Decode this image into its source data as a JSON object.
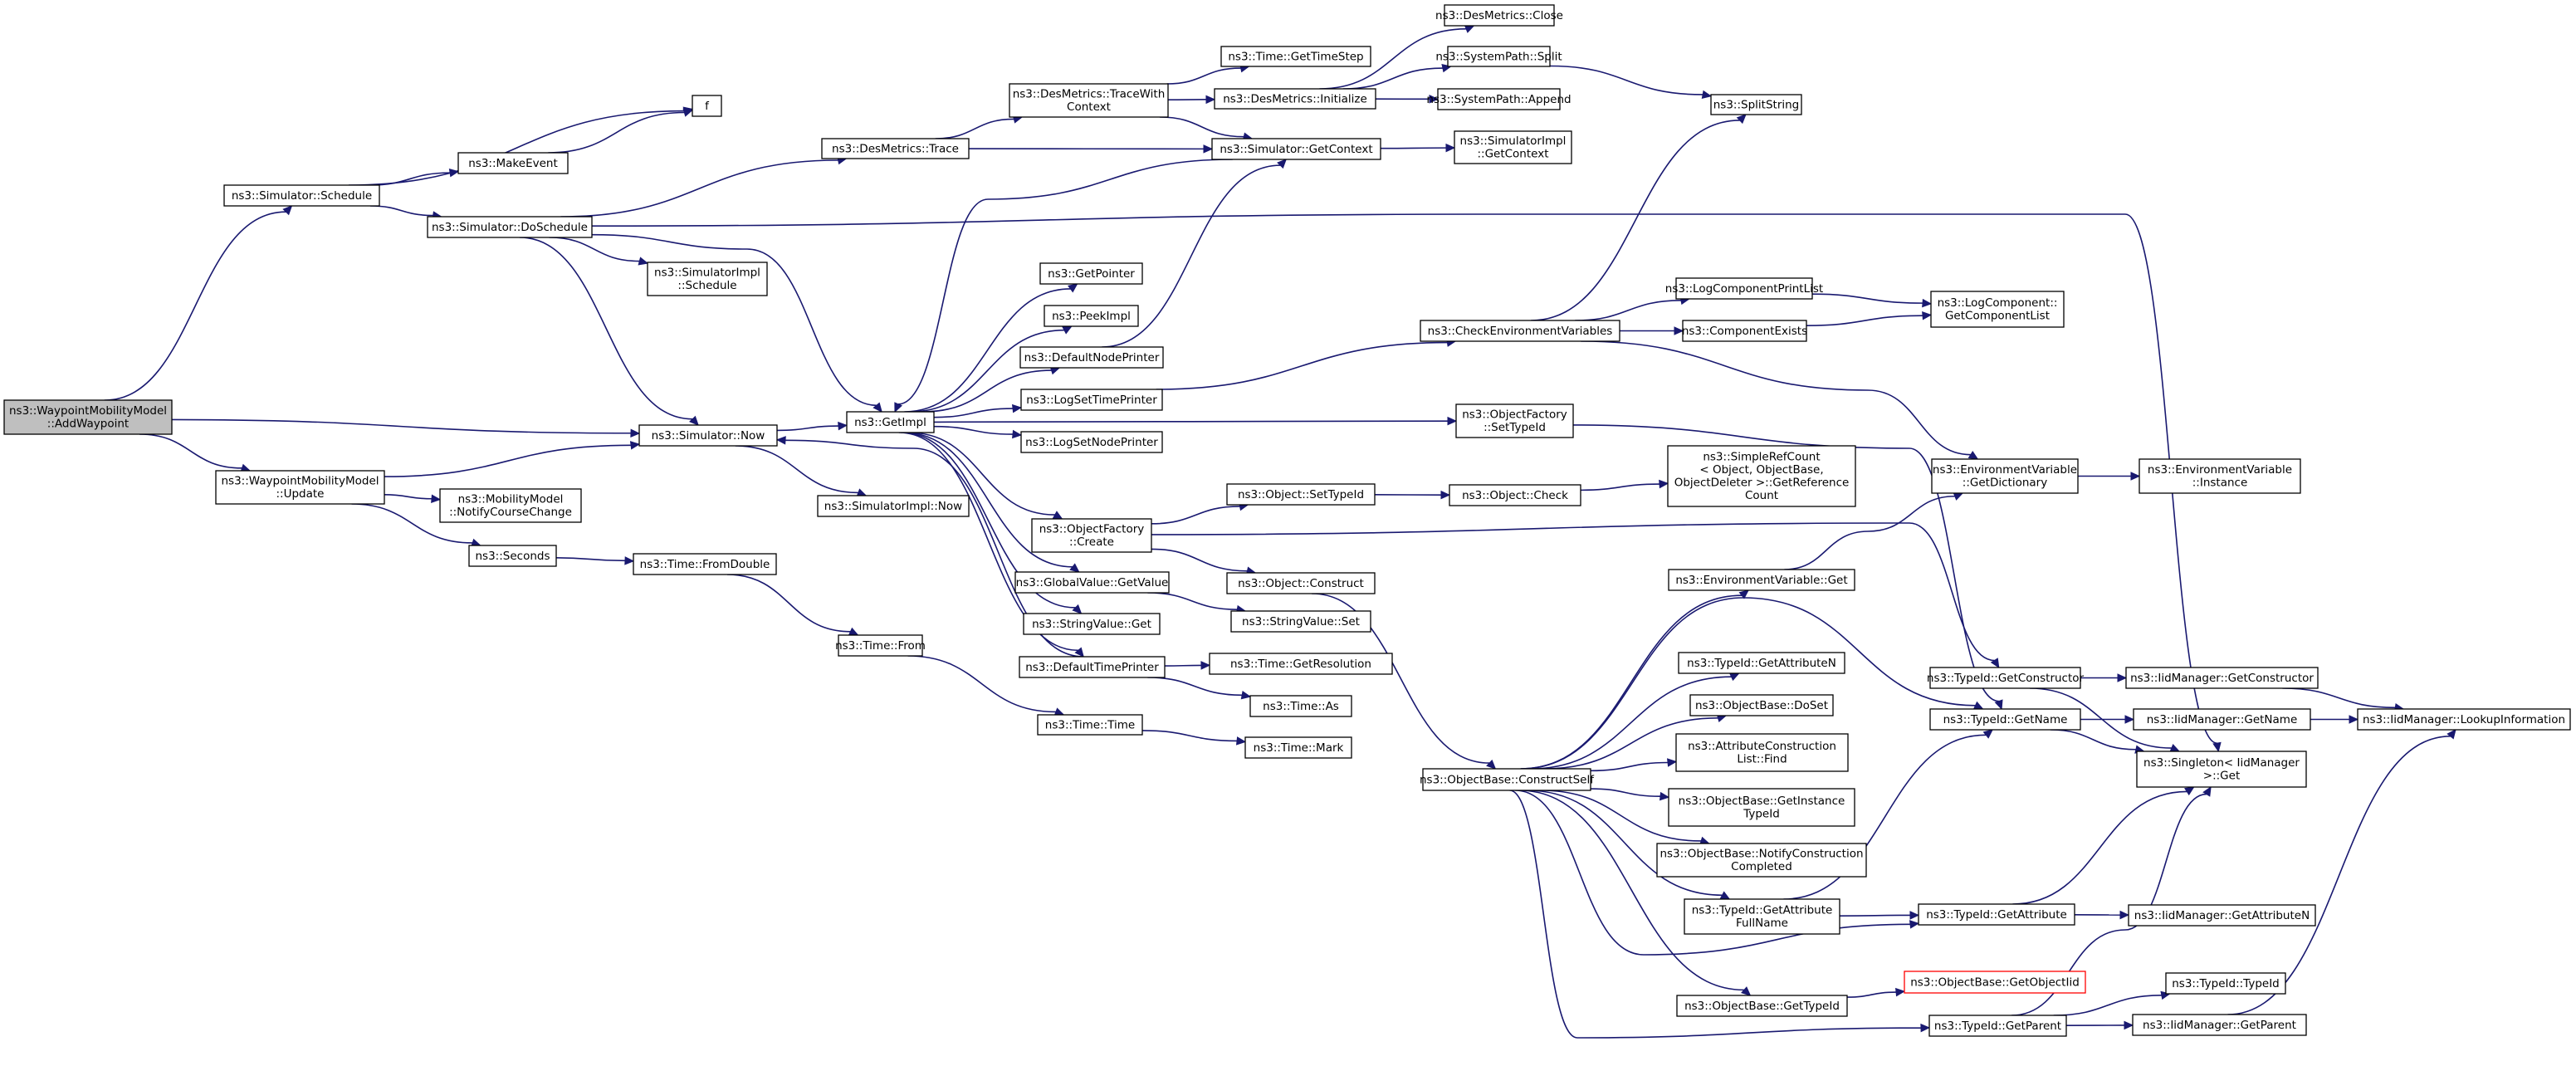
{
  "graph": {
    "edge_color": "#191970",
    "root_fill": "#bfbfbf",
    "missing_node_border": "#ff0000",
    "nodes": [
      {
        "id": "addwaypoint",
        "lines": [
          "ns3::WaypointMobilityModel",
          "::AddWaypoint"
        ],
        "root": true
      },
      {
        "id": "schedule",
        "lines": [
          "ns3::Simulator::Schedule"
        ]
      },
      {
        "id": "f",
        "lines": [
          "f"
        ]
      },
      {
        "id": "makeevent",
        "lines": [
          "ns3::MakeEvent"
        ]
      },
      {
        "id": "doschedule",
        "lines": [
          "ns3::Simulator::DoSchedule"
        ]
      },
      {
        "id": "destrace",
        "lines": [
          "ns3::DesMetrics::Trace"
        ]
      },
      {
        "id": "simimplschedule",
        "lines": [
          "ns3::SimulatorImpl",
          "::Schedule"
        ]
      },
      {
        "id": "simnow",
        "lines": [
          "ns3::Simulator::Now"
        ]
      },
      {
        "id": "getimpl",
        "lines": [
          "ns3::GetImpl"
        ]
      },
      {
        "id": "simimplnow",
        "lines": [
          "ns3::SimulatorImpl::Now"
        ]
      },
      {
        "id": "update",
        "lines": [
          "ns3::WaypointMobilityModel",
          "::Update"
        ]
      },
      {
        "id": "notifycourse",
        "lines": [
          "ns3::MobilityModel",
          "::NotifyCourseChange"
        ]
      },
      {
        "id": "seconds",
        "lines": [
          "ns3::Seconds"
        ]
      },
      {
        "id": "fromdouble",
        "lines": [
          "ns3::Time::FromDouble"
        ]
      },
      {
        "id": "timefrom",
        "lines": [
          "ns3::Time::From"
        ]
      },
      {
        "id": "timetime",
        "lines": [
          "ns3::Time::Time"
        ]
      },
      {
        "id": "timemark",
        "lines": [
          "ns3::Time::Mark"
        ]
      },
      {
        "id": "tracewithcontext",
        "lines": [
          "ns3::DesMetrics::TraceWith",
          "Context"
        ]
      },
      {
        "id": "gettimestep",
        "lines": [
          "ns3::Time::GetTimeStep"
        ]
      },
      {
        "id": "desinit",
        "lines": [
          "ns3::DesMetrics::Initialize"
        ]
      },
      {
        "id": "desclose",
        "lines": [
          "ns3::DesMetrics::Close"
        ]
      },
      {
        "id": "syssplit",
        "lines": [
          "ns3::SystemPath::Split"
        ]
      },
      {
        "id": "sysappend",
        "lines": [
          "ns3::SystemPath::Append"
        ]
      },
      {
        "id": "splitstring",
        "lines": [
          "ns3::SplitString"
        ]
      },
      {
        "id": "simgetcontext",
        "lines": [
          "ns3::Simulator::GetContext"
        ]
      },
      {
        "id": "simimplgetcontext",
        "lines": [
          "ns3::SimulatorImpl",
          "::GetContext"
        ]
      },
      {
        "id": "getpointer",
        "lines": [
          "ns3::GetPointer"
        ]
      },
      {
        "id": "peekimpl",
        "lines": [
          "ns3::PeekImpl"
        ]
      },
      {
        "id": "defaultnodeprinter",
        "lines": [
          "ns3::DefaultNodePrinter"
        ]
      },
      {
        "id": "logsettimeprinter",
        "lines": [
          "ns3::LogSetTimePrinter"
        ]
      },
      {
        "id": "logsetnodeprinter",
        "lines": [
          "ns3::LogSetNodePrinter"
        ]
      },
      {
        "id": "checkenv",
        "lines": [
          "ns3::CheckEnvironmentVariables"
        ]
      },
      {
        "id": "logcompprintlist",
        "lines": [
          "ns3::LogComponentPrintList"
        ]
      },
      {
        "id": "compexists",
        "lines": [
          "ns3::ComponentExists"
        ]
      },
      {
        "id": "logcompgetlist",
        "lines": [
          "ns3::LogComponent::",
          "GetComponentList"
        ]
      },
      {
        "id": "objfactsettypeid",
        "lines": [
          "ns3::ObjectFactory",
          "::SetTypeId"
        ]
      },
      {
        "id": "objfactcreate",
        "lines": [
          "ns3::ObjectFactory",
          "::Create"
        ]
      },
      {
        "id": "objsettypeid",
        "lines": [
          "ns3::Object::SetTypeId"
        ]
      },
      {
        "id": "objcheck",
        "lines": [
          "ns3::Object::Check"
        ]
      },
      {
        "id": "simplerefcount",
        "lines": [
          "ns3::SimpleRefCount",
          "< Object, ObjectBase,",
          "ObjectDeleter >::GetReference",
          "Count"
        ]
      },
      {
        "id": "envgetdict",
        "lines": [
          "ns3::EnvironmentVariable",
          "::GetDictionary"
        ]
      },
      {
        "id": "envinstance",
        "lines": [
          "ns3::EnvironmentVariable",
          "::Instance"
        ]
      },
      {
        "id": "objconstruct",
        "lines": [
          "ns3::Object::Construct"
        ]
      },
      {
        "id": "globalvalueget",
        "lines": [
          "ns3::GlobalValue::GetValue"
        ]
      },
      {
        "id": "stringvalueset",
        "lines": [
          "ns3::StringValue::Set"
        ]
      },
      {
        "id": "stringvalueget",
        "lines": [
          "ns3::StringValue::Get"
        ]
      },
      {
        "id": "defaulttimeprinter",
        "lines": [
          "ns3::DefaultTimePrinter"
        ]
      },
      {
        "id": "getresolution",
        "lines": [
          "ns3::Time::GetResolution"
        ]
      },
      {
        "id": "timeas",
        "lines": [
          "ns3::Time::As"
        ]
      },
      {
        "id": "envget",
        "lines": [
          "ns3::EnvironmentVariable::Get"
        ]
      },
      {
        "id": "typeidgetattrn",
        "lines": [
          "ns3::TypeId::GetAttributeN"
        ]
      },
      {
        "id": "objbasedoset",
        "lines": [
          "ns3::ObjectBase::DoSet"
        ]
      },
      {
        "id": "attrconstrfind",
        "lines": [
          "ns3::AttributeConstruction",
          "List::Find"
        ]
      },
      {
        "id": "objbasegetinsttid",
        "lines": [
          "ns3::ObjectBase::GetInstance",
          "TypeId"
        ]
      },
      {
        "id": "objbasenotify",
        "lines": [
          "ns3::ObjectBase::NotifyConstruction",
          "Completed"
        ]
      },
      {
        "id": "typeidgetattrfull",
        "lines": [
          "ns3::TypeId::GetAttribute",
          "FullName"
        ]
      },
      {
        "id": "objbasegettypeid",
        "lines": [
          "ns3::ObjectBase::GetTypeId"
        ]
      },
      {
        "id": "objbasegetobjectiid",
        "lines": [
          "ns3::ObjectBase::GetObjectIid"
        ],
        "red": true
      },
      {
        "id": "constructself",
        "lines": [
          "ns3::ObjectBase::ConstructSelf"
        ]
      },
      {
        "id": "typeidgetctor",
        "lines": [
          "ns3::TypeId::GetConstructor"
        ]
      },
      {
        "id": "typeidgetname",
        "lines": [
          "ns3::TypeId::GetName"
        ]
      },
      {
        "id": "typeidgetattr",
        "lines": [
          "ns3::TypeId::GetAttribute"
        ]
      },
      {
        "id": "typeidgetparent",
        "lines": [
          "ns3::TypeId::GetParent"
        ]
      },
      {
        "id": "typeidtypeid",
        "lines": [
          "ns3::TypeId::TypeId"
        ]
      },
      {
        "id": "singletonget",
        "lines": [
          "ns3::Singleton< IidManager",
          ">::Get"
        ]
      },
      {
        "id": "iidgetctor",
        "lines": [
          "ns3::IidManager::GetConstructor"
        ]
      },
      {
        "id": "iidgetname",
        "lines": [
          "ns3::IidManager::GetName"
        ]
      },
      {
        "id": "iidgetattrn",
        "lines": [
          "ns3::IidManager::GetAttributeN"
        ]
      },
      {
        "id": "iidgetparent",
        "lines": [
          "ns3::IidManager::GetParent"
        ]
      },
      {
        "id": "iidlookup",
        "lines": [
          "ns3::IidManager::LookupInformation"
        ]
      }
    ],
    "edges": [
      [
        "addwaypoint",
        "schedule"
      ],
      [
        "addwaypoint",
        "simnow"
      ],
      [
        "addwaypoint",
        "update"
      ],
      [
        "schedule",
        "f"
      ],
      [
        "schedule",
        "makeevent"
      ],
      [
        "schedule",
        "doschedule"
      ],
      [
        "makeevent",
        "f"
      ],
      [
        "doschedule",
        "destrace"
      ],
      [
        "doschedule",
        "simimplschedule"
      ],
      [
        "doschedule",
        "simnow"
      ],
      [
        "doschedule",
        "getimpl"
      ],
      [
        "doschedule",
        "singletonget"
      ],
      [
        "destrace",
        "tracewithcontext"
      ],
      [
        "destrace",
        "simgetcontext"
      ],
      [
        "simnow",
        "getimpl"
      ],
      [
        "simnow",
        "simimplnow"
      ],
      [
        "update",
        "simnow"
      ],
      [
        "update",
        "notifycourse"
      ],
      [
        "update",
        "seconds"
      ],
      [
        "seconds",
        "fromdouble"
      ],
      [
        "fromdouble",
        "timefrom"
      ],
      [
        "timefrom",
        "timetime"
      ],
      [
        "timetime",
        "timemark"
      ],
      [
        "tracewithcontext",
        "gettimestep"
      ],
      [
        "tracewithcontext",
        "desinit"
      ],
      [
        "tracewithcontext",
        "simgetcontext"
      ],
      [
        "desinit",
        "desclose"
      ],
      [
        "desinit",
        "syssplit"
      ],
      [
        "desinit",
        "sysappend"
      ],
      [
        "syssplit",
        "splitstring"
      ],
      [
        "simgetcontext",
        "simimplgetcontext"
      ],
      [
        "simgetcontext",
        "getimpl"
      ],
      [
        "getimpl",
        "getpointer"
      ],
      [
        "getimpl",
        "peekimpl"
      ],
      [
        "getimpl",
        "defaultnodeprinter"
      ],
      [
        "getimpl",
        "logsettimeprinter"
      ],
      [
        "getimpl",
        "logsetnodeprinter"
      ],
      [
        "getimpl",
        "objfactsettypeid"
      ],
      [
        "getimpl",
        "objfactcreate"
      ],
      [
        "getimpl",
        "globalvalueget"
      ],
      [
        "getimpl",
        "stringvalueget"
      ],
      [
        "getimpl",
        "defaulttimeprinter"
      ],
      [
        "defaultnodeprinter",
        "simgetcontext"
      ],
      [
        "logsettimeprinter",
        "checkenv"
      ],
      [
        "checkenv",
        "splitstring"
      ],
      [
        "checkenv",
        "logcompprintlist"
      ],
      [
        "checkenv",
        "compexists"
      ],
      [
        "checkenv",
        "envgetdict"
      ],
      [
        "logcompprintlist",
        "logcompgetlist"
      ],
      [
        "compexists",
        "logcompgetlist"
      ],
      [
        "objfactsettypeid",
        "typeidgetname"
      ],
      [
        "objfactcreate",
        "objsettypeid"
      ],
      [
        "objfactcreate",
        "objconstruct"
      ],
      [
        "objfactcreate",
        "typeidgetctor"
      ],
      [
        "objsettypeid",
        "objcheck"
      ],
      [
        "objcheck",
        "simplerefcount"
      ],
      [
        "envgetdict",
        "envinstance"
      ],
      [
        "envget",
        "envgetdict"
      ],
      [
        "globalvalueget",
        "stringvalueset"
      ],
      [
        "defaulttimeprinter",
        "simnow"
      ],
      [
        "defaulttimeprinter",
        "getresolution"
      ],
      [
        "defaulttimeprinter",
        "timeas"
      ],
      [
        "objconstruct",
        "constructself"
      ],
      [
        "constructself",
        "envget"
      ],
      [
        "constructself",
        "typeidgetname"
      ],
      [
        "constructself",
        "typeidgetattrn"
      ],
      [
        "constructself",
        "objbasedoset"
      ],
      [
        "constructself",
        "attrconstrfind"
      ],
      [
        "constructself",
        "objbasegetinsttid"
      ],
      [
        "constructself",
        "objbasenotify"
      ],
      [
        "constructself",
        "typeidgetattrfull"
      ],
      [
        "constructself",
        "typeidgetattr"
      ],
      [
        "constructself",
        "objbasegettypeid"
      ],
      [
        "constructself",
        "typeidgetparent"
      ],
      [
        "typeidgetattrfull",
        "typeidgetname"
      ],
      [
        "typeidgetattrfull",
        "typeidgetattr"
      ],
      [
        "objbasegettypeid",
        "objbasegetobjectiid"
      ],
      [
        "typeidgetctor",
        "iidgetctor"
      ],
      [
        "typeidgetctor",
        "singletonget"
      ],
      [
        "typeidgetname",
        "iidgetname"
      ],
      [
        "typeidgetname",
        "singletonget"
      ],
      [
        "typeidgetattr",
        "iidgetattrn"
      ],
      [
        "typeidgetattr",
        "singletonget"
      ],
      [
        "typeidgetparent",
        "typeidtypeid"
      ],
      [
        "typeidgetparent",
        "iidgetparent"
      ],
      [
        "typeidgetparent",
        "singletonget"
      ],
      [
        "iidgetctor",
        "iidlookup"
      ],
      [
        "iidgetname",
        "iidlookup"
      ],
      [
        "iidgetparent",
        "iidlookup"
      ]
    ]
  }
}
